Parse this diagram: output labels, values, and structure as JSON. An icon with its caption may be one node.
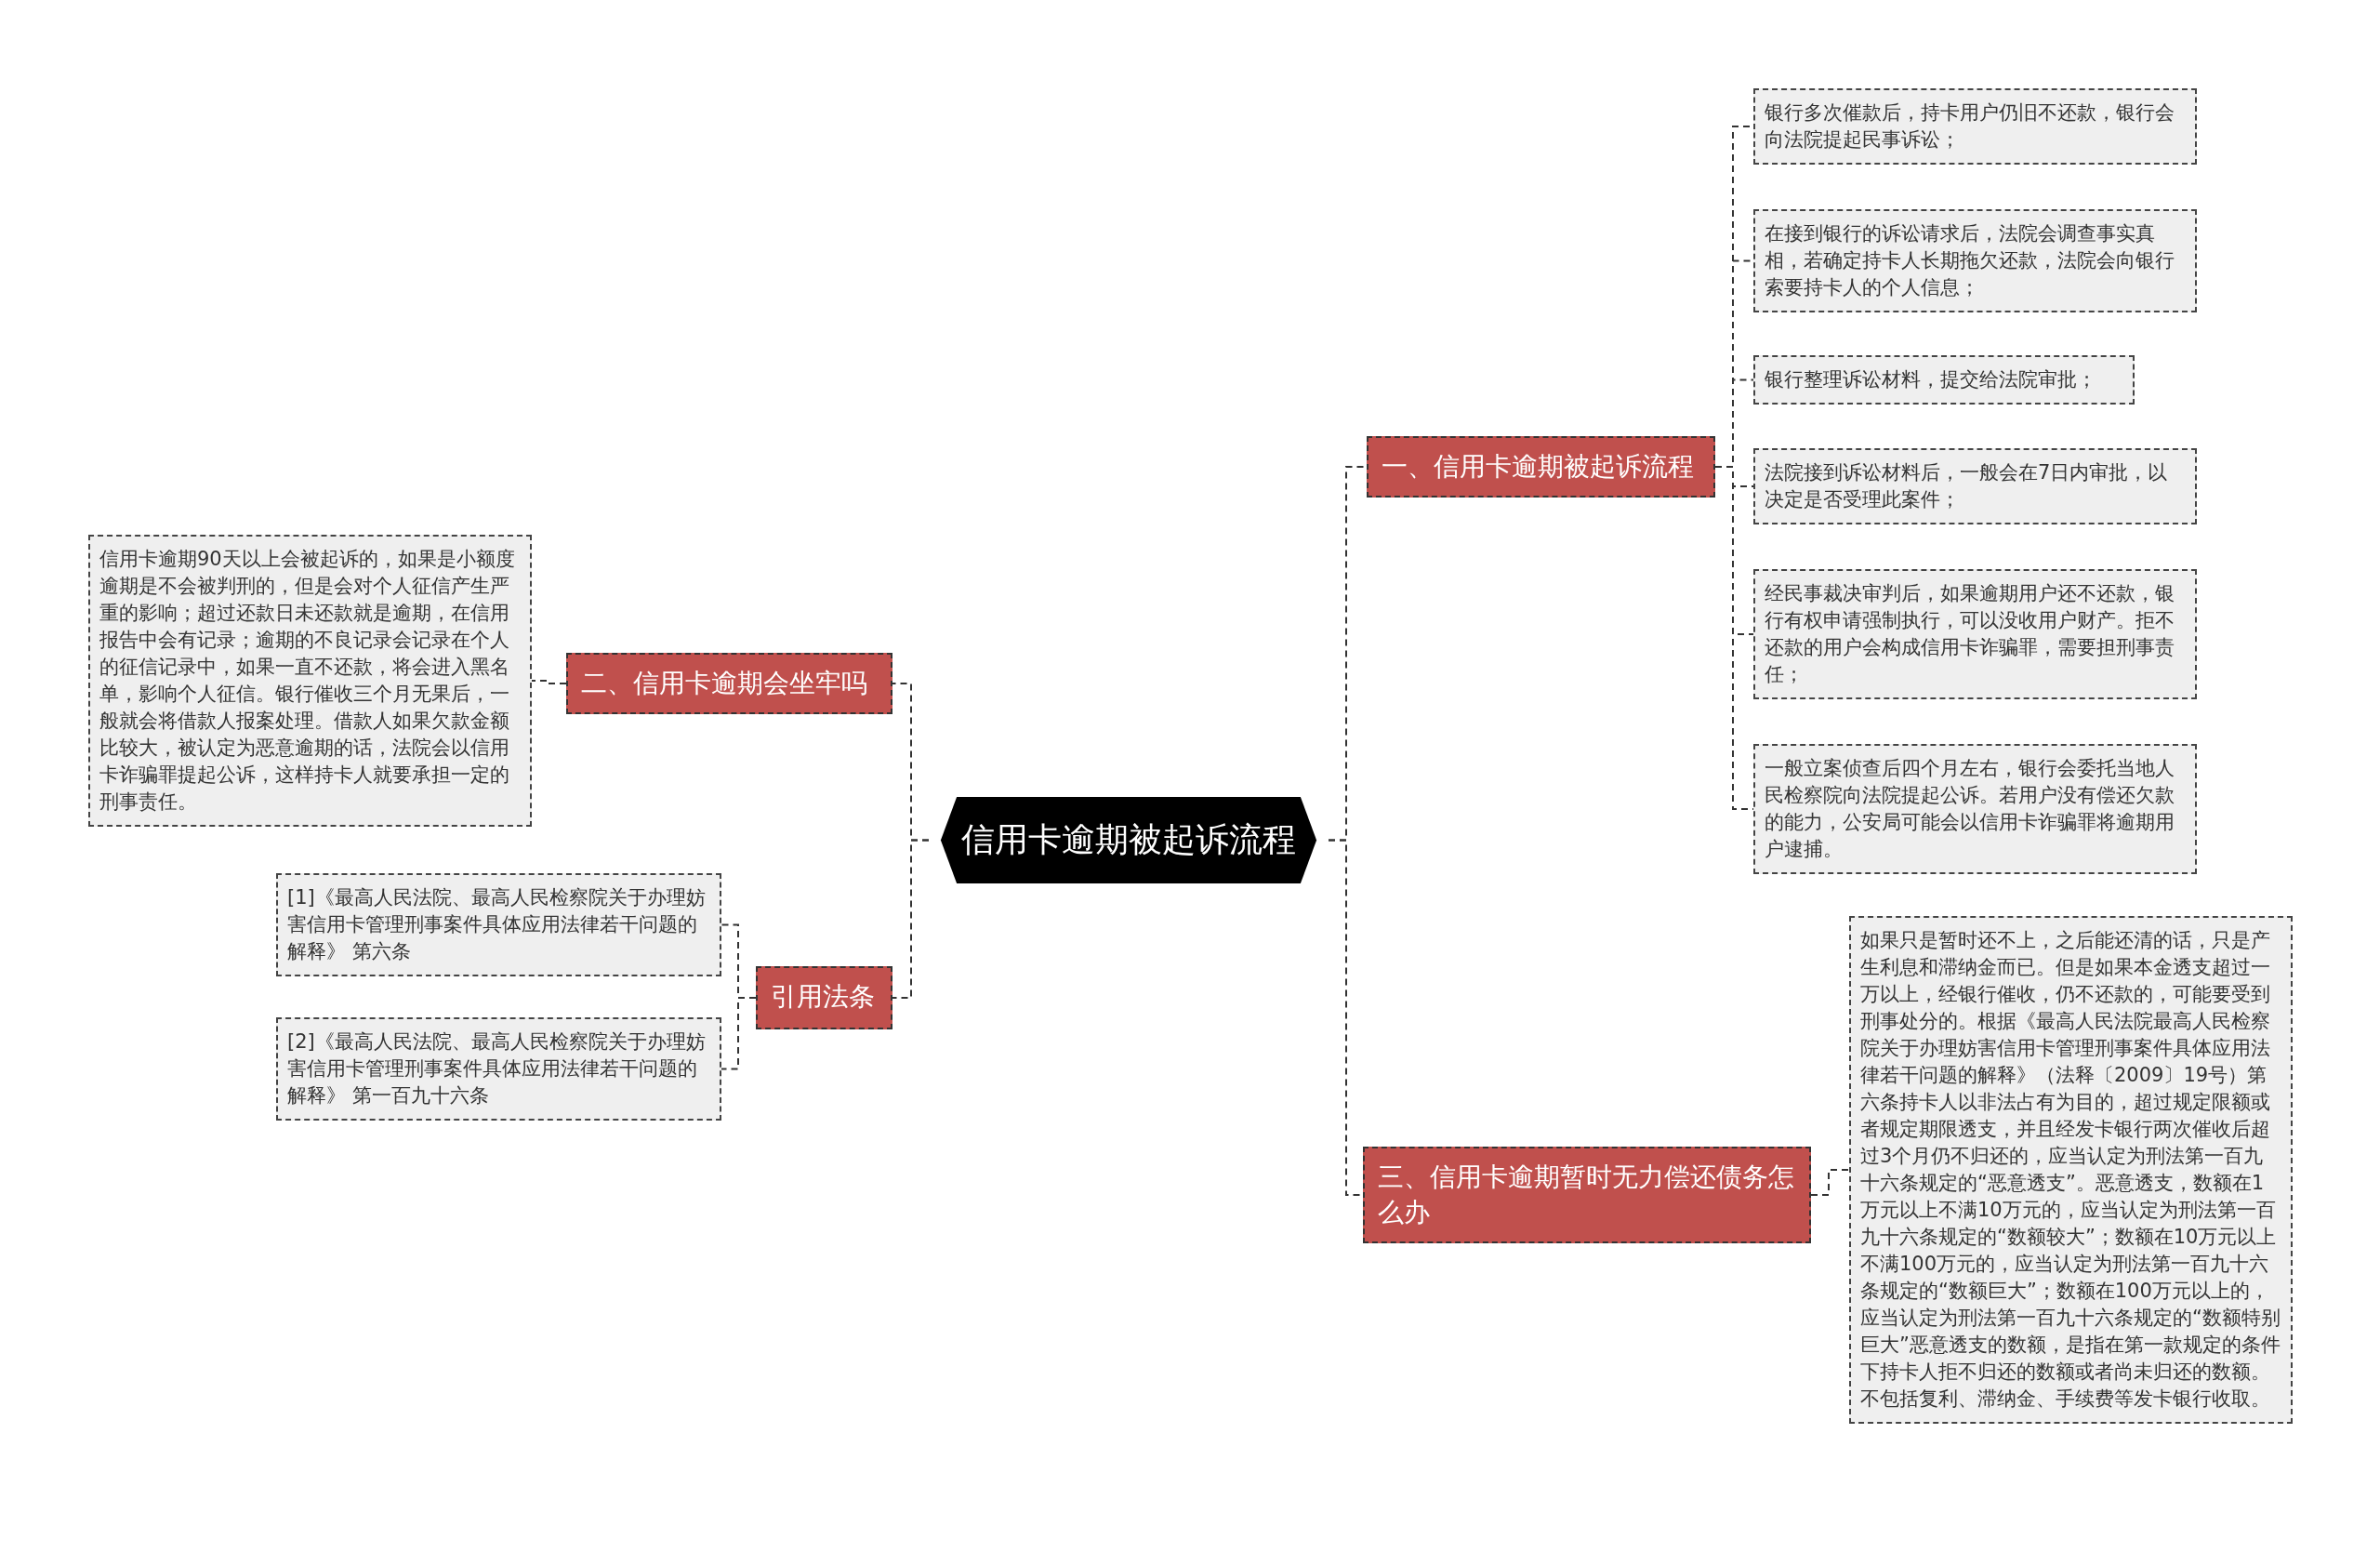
{
  "diagram": {
    "nodes": [
      {
        "text": [
          "信用卡逾期被起诉流程"
        ]
      },
      {
        "text": [
          "一、信用卡逾期被起诉流程"
        ]
      },
      {
        "text": [
          "银行多次催款后，持卡用户仍旧不还款，银行会向法院提起民事诉讼；"
        ]
      },
      {
        "text": [
          "在接到银行的诉讼请求后，法院会调查事实真相，若确定持卡人长期拖欠还款，法院会向银行索要持卡人的个人信息；"
        ]
      },
      {
        "text": [
          "银行整理诉讼材料，提交给法院审批；"
        ]
      },
      {
        "text": [
          "法院接到诉讼材料后，一般会在7日内审批，以决定是否受理此案件；"
        ]
      },
      {
        "text": [
          "经民事裁决审判后，如果逾期用户还不还款，银行有权申请强制执行，可以没收用户财产。拒不还款的用户会构成信用卡诈骗罪，需要担刑事责任；"
        ]
      },
      {
        "text": [
          "一般立案侦查后四个月左右，银行会委托当地人民检察院向法院提起公诉。若用户没有偿还欠款的能力，公安局可能会以信用卡诈骗罪将逾期用户逮捕。"
        ]
      },
      {
        "text": [
          "三、信用卡逾期暂时无力偿还债务怎么办"
        ]
      },
      {
        "text": [
          "如果只是暂时还不上，之后能还清的话，只是产生利息和滞纳金而已。但是如果本金透支超过一万以上，经银行催收，仍不还款的，可能要受到刑事处分的。根据《最高人民法院最高人民检察院关于办理妨害信用卡管理刑事案件具体应用法律若干问题的解释》（法释〔2009〕19号）第六条持卡人以非法占有为目的，超过规定限额或者规定期限透支，并且经发卡银行两次催收后超过3个月仍不归还的，应当认定为刑法第一百九十六条规定的“恶意透支”。恶意透支，数额在1万元以上不满10万元的，应当认定为刑法第一百九十六条规定的“数额较大”；数额在10万元以上不满100万元的，应当认定为刑法第一百九十六条规定的“数额巨大”；数额在100万元以上的，应当认定为刑法第一百九十六条规定的“数额特别巨大”恶意透支的数额，是指在第一款规定的条件下持卡人拒不归还的数额或者尚未归还的数额。不包括复利、滞纳金、手续费等发卡银行收取。"
        ]
      },
      {
        "text": [
          "二、信用卡逾期会坐牢吗"
        ]
      },
      {
        "text": [
          "信用卡逾期90天以上会被起诉的，如果是小额度逾期是不会被判刑的，但是会对个人征信产生严重的影响；超过还款日未还款就是逾期，在信用报告中会有记录；逾期的不良记录会记录在个人的征信记录中，如果一直不还款，将会进入黑名单，影响个人征信。银行催收三个月无果后，一般就会将借款人报案处理。借款人如果欠款金额比较大，被认定为恶意逾期的话，法院会以信用卡诈骗罪提起公诉，这样持卡人就要承担一定的刑事责任。"
        ]
      },
      {
        "text": [
          "引用法条"
        ]
      },
      {
        "text": [
          "[1]《最高人民法院、最高人民检察院关于办理妨害信用卡管理刑事案件具体应用法律若干问题的解释》 第六条"
        ]
      },
      {
        "text": [
          "[2]《最高人民法院、最高人民检察院关于办理妨害信用卡管理刑事案件具体应用法律若干问题的解释》 第一百九十六条"
        ]
      }
    ],
    "edges": [
      {
        "from": 0,
        "to": 1,
        "arrow": "none",
        "style": "dashed"
      },
      {
        "from": 0,
        "to": 8,
        "arrow": "none",
        "style": "dashed"
      },
      {
        "from": 0,
        "to": 10,
        "arrow": "none",
        "style": "dashed"
      },
      {
        "from": 0,
        "to": 12,
        "arrow": "none",
        "style": "dashed"
      },
      {
        "from": 1,
        "to": 2,
        "arrow": "none",
        "style": "dashed"
      },
      {
        "from": 1,
        "to": 3,
        "arrow": "none",
        "style": "dashed"
      },
      {
        "from": 1,
        "to": 4,
        "arrow": "none",
        "style": "dashed"
      },
      {
        "from": 1,
        "to": 5,
        "arrow": "none",
        "style": "dashed"
      },
      {
        "from": 1,
        "to": 6,
        "arrow": "none",
        "style": "dashed"
      },
      {
        "from": 1,
        "to": 7,
        "arrow": "none",
        "style": "dashed"
      },
      {
        "from": 8,
        "to": 9,
        "arrow": "none",
        "style": "dashed"
      },
      {
        "from": 10,
        "to": 11,
        "arrow": "none",
        "style": "dashed"
      },
      {
        "from": 12,
        "to": 13,
        "arrow": "none",
        "style": "dashed"
      },
      {
        "from": 12,
        "to": 14,
        "arrow": "none",
        "style": "dashed"
      }
    ]
  }
}
